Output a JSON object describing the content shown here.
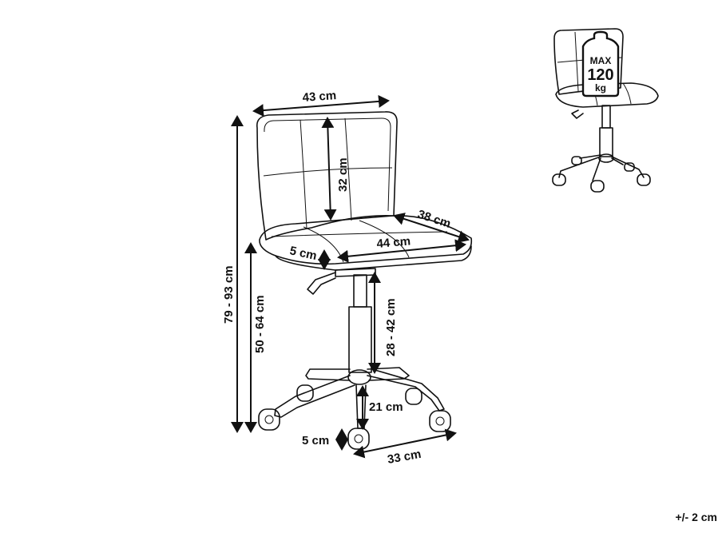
{
  "dimensions": {
    "back_width": "43 cm",
    "back_height": "32 cm",
    "seat_depth": "38 cm",
    "seat_width": "44 cm",
    "seat_thickness": "5 cm",
    "total_height": "79 - 93 cm",
    "seat_height": "50 - 64 cm",
    "gas_lift": "28 - 42 cm",
    "base_height": "21 cm",
    "caster_height": "5 cm",
    "base_radius": "33 cm"
  },
  "badge": {
    "line1": "MAX",
    "line2": "120",
    "line3": "kg"
  },
  "tolerance": "+/- 2 cm"
}
